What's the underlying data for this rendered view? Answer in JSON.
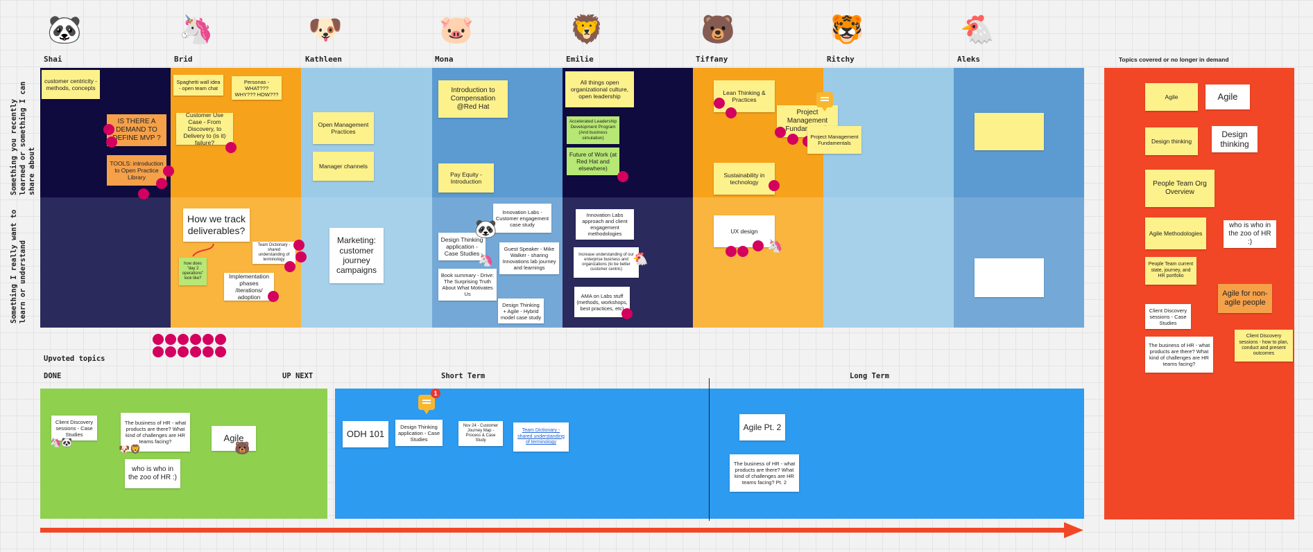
{
  "members": [
    {
      "name": "Shai",
      "avatar": "🐼"
    },
    {
      "name": "Brid",
      "avatar": "🦄"
    },
    {
      "name": "Kathleen",
      "avatar": "🐶"
    },
    {
      "name": "Mona",
      "avatar": "🐷"
    },
    {
      "name": "Emilie",
      "avatar": "🦁"
    },
    {
      "name": "Tiffany",
      "avatar": "🐻"
    },
    {
      "name": "Ritchy",
      "avatar": "🐯"
    },
    {
      "name": "Aleks",
      "avatar": "🐔"
    }
  ],
  "row_labels": {
    "top": "Something you recently\nlearned or something I can\nshare about",
    "bottom": "Something I really want to\nlearn or understand"
  },
  "colors": {
    "navy": "#0f0b3f",
    "orange": "#f7a21b",
    "light_blue": "#9ccbe8",
    "mid_blue": "#5b9bd1",
    "green": "#8fd14f",
    "blue": "#2d9bf0",
    "red": "#f24726",
    "dot": "#d3005e"
  },
  "notes": {
    "shai_1": "customer centricity - methods, concepts",
    "shai_2": "IS THERE A DEMAND TO DEFINE MVP ?",
    "shai_3": "TOOLS: introduction to Open Practice Library",
    "brid_1": "Spaghetti wall idea - open team chat",
    "brid_2": "Personas - WHAT??? WHY??? HOW???",
    "brid_3": "Customer Use Case - From Discovery, to Delivery to (is it) failure?",
    "brid_4": "How we track deliverables?",
    "brid_5": "Team Dictionary - shared understanding of terminology",
    "brid_6": "how does \"day 2 operations\" look like?",
    "brid_7": "Implementation phases /iterations/ adoption",
    "kath_1": "Open Management Practices",
    "kath_2": "Manager channels",
    "kath_3": "Marketing: customer journey campaigns",
    "mona_1": "Introduction to Compensation @Red Hat",
    "mona_2": "Pay Equity - Introduction",
    "mona_3": "Innovation Labs - Customer engagement case study",
    "mona_4": "Design Thinking application - Case Studies",
    "mona_5": "Guest Speaker - Mike Walker - sharing Innovations lab journey and learnings",
    "mona_6": "Book summary - Drive: The Surprising Truth About What Motivates Us",
    "mona_7": "Design Thinking + Agile - Hybrid model case study",
    "emil_1": "All things open organizational culture, open leadership",
    "emil_2": "Accelerated Leadership Development Program (And business simulation)",
    "emil_3": "Future of Work (at Red Hat and elsewhere)",
    "emil_4": "Innovation Labs approach and client engagement methodologies",
    "emil_5": "Increase understanding of our enterprise business and organizations (to be better customer centric)",
    "emil_6": "AMA on Labs stuff (methods, workshops, best practices, etc)",
    "tiff_1": "Lean Thinking & Practices",
    "tiff_2": "Project Management Fundamentals",
    "tiff_3": "Sustainability in technology",
    "tiff_4": "UX design",
    "ritchy_1": "Project Management Fundamentals"
  },
  "topics_title": "Topics covered or no longer in demand",
  "topics": {
    "t1": "Agile",
    "t2": "Agile",
    "t3": "Design thinking",
    "t4": "Design thinking",
    "t5": "People Team Org Overview",
    "t6": "Agile Methodologies",
    "t7": "who is who in the zoo of HR :)",
    "t8": "People Team current state, journey, and HR portfolio",
    "t9": "Agile for non-agile people",
    "t10": "Client Discovery sessions - Case Studies",
    "t11": "Client Discovery sessions - how to plan, conduct and present outcomes",
    "t12": "The business of HR - what products are there? What kind of challenges are HR teams facing?"
  },
  "sections": {
    "upvoted": "Upvoted topics",
    "done": "DONE",
    "up_next": "UP NEXT",
    "short_term": "Short Term",
    "long_term": "Long Term"
  },
  "done": {
    "d1": "Client Discovery sessions - Case Studies",
    "d2": "The business of HR - what products are there? What kind of challenges are HR teams facing?",
    "d3": "Agile",
    "d4": "who is who in the zoo of HR :)"
  },
  "short": {
    "s1": "ODH 101",
    "s2": "Design Thinking application - Case Studies",
    "s3": "Nov 24 - Customer Journey Map - Process & Case Study",
    "s4": "Team Dictionary - shared understanding of terminology",
    "comment_count": "1"
  },
  "long": {
    "l1": "Agile Pt. 2",
    "l2": "The business of HR - what products are there? What kind of challenges are HR teams facing? Pt. 2"
  }
}
